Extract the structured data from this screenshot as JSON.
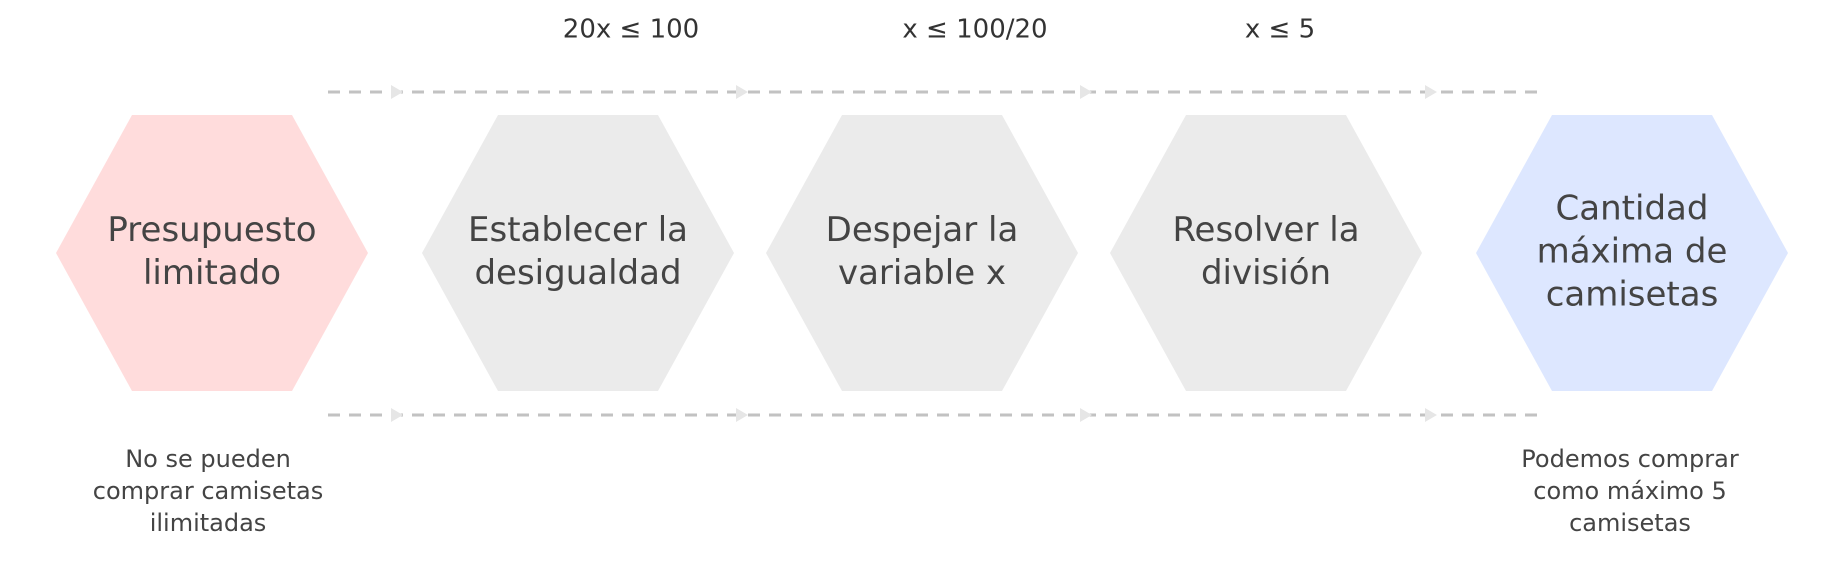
{
  "steps": [
    {
      "id": "presupuesto",
      "lines": [
        "Presupuesto",
        "limitado"
      ],
      "fill": "#ffdcdc"
    },
    {
      "id": "establecer",
      "lines": [
        "Establecer la",
        "desigualdad"
      ],
      "fill": "#ebebeb"
    },
    {
      "id": "despejar",
      "lines": [
        "Despejar la",
        "variable x"
      ],
      "fill": "#ebebeb"
    },
    {
      "id": "resolver",
      "lines": [
        "Resolver la",
        "división"
      ],
      "fill": "#ebebeb"
    },
    {
      "id": "cantidad",
      "lines": [
        "Cantidad",
        "máxima de",
        "camisetas"
      ],
      "fill": "#dde7ff"
    }
  ],
  "formulas": [
    "20x ≤ 100",
    "x ≤ 100/20",
    "x ≤ 5"
  ],
  "notes": {
    "start": [
      "No se pueden",
      "comprar camisetas",
      "ilimitadas"
    ],
    "end": [
      "Podemos comprar",
      "como máximo 5",
      "camisetas"
    ]
  },
  "colors": {
    "text": "#444444",
    "connector": "#c2c2c2",
    "arrowhead": "#e6e6e6"
  }
}
